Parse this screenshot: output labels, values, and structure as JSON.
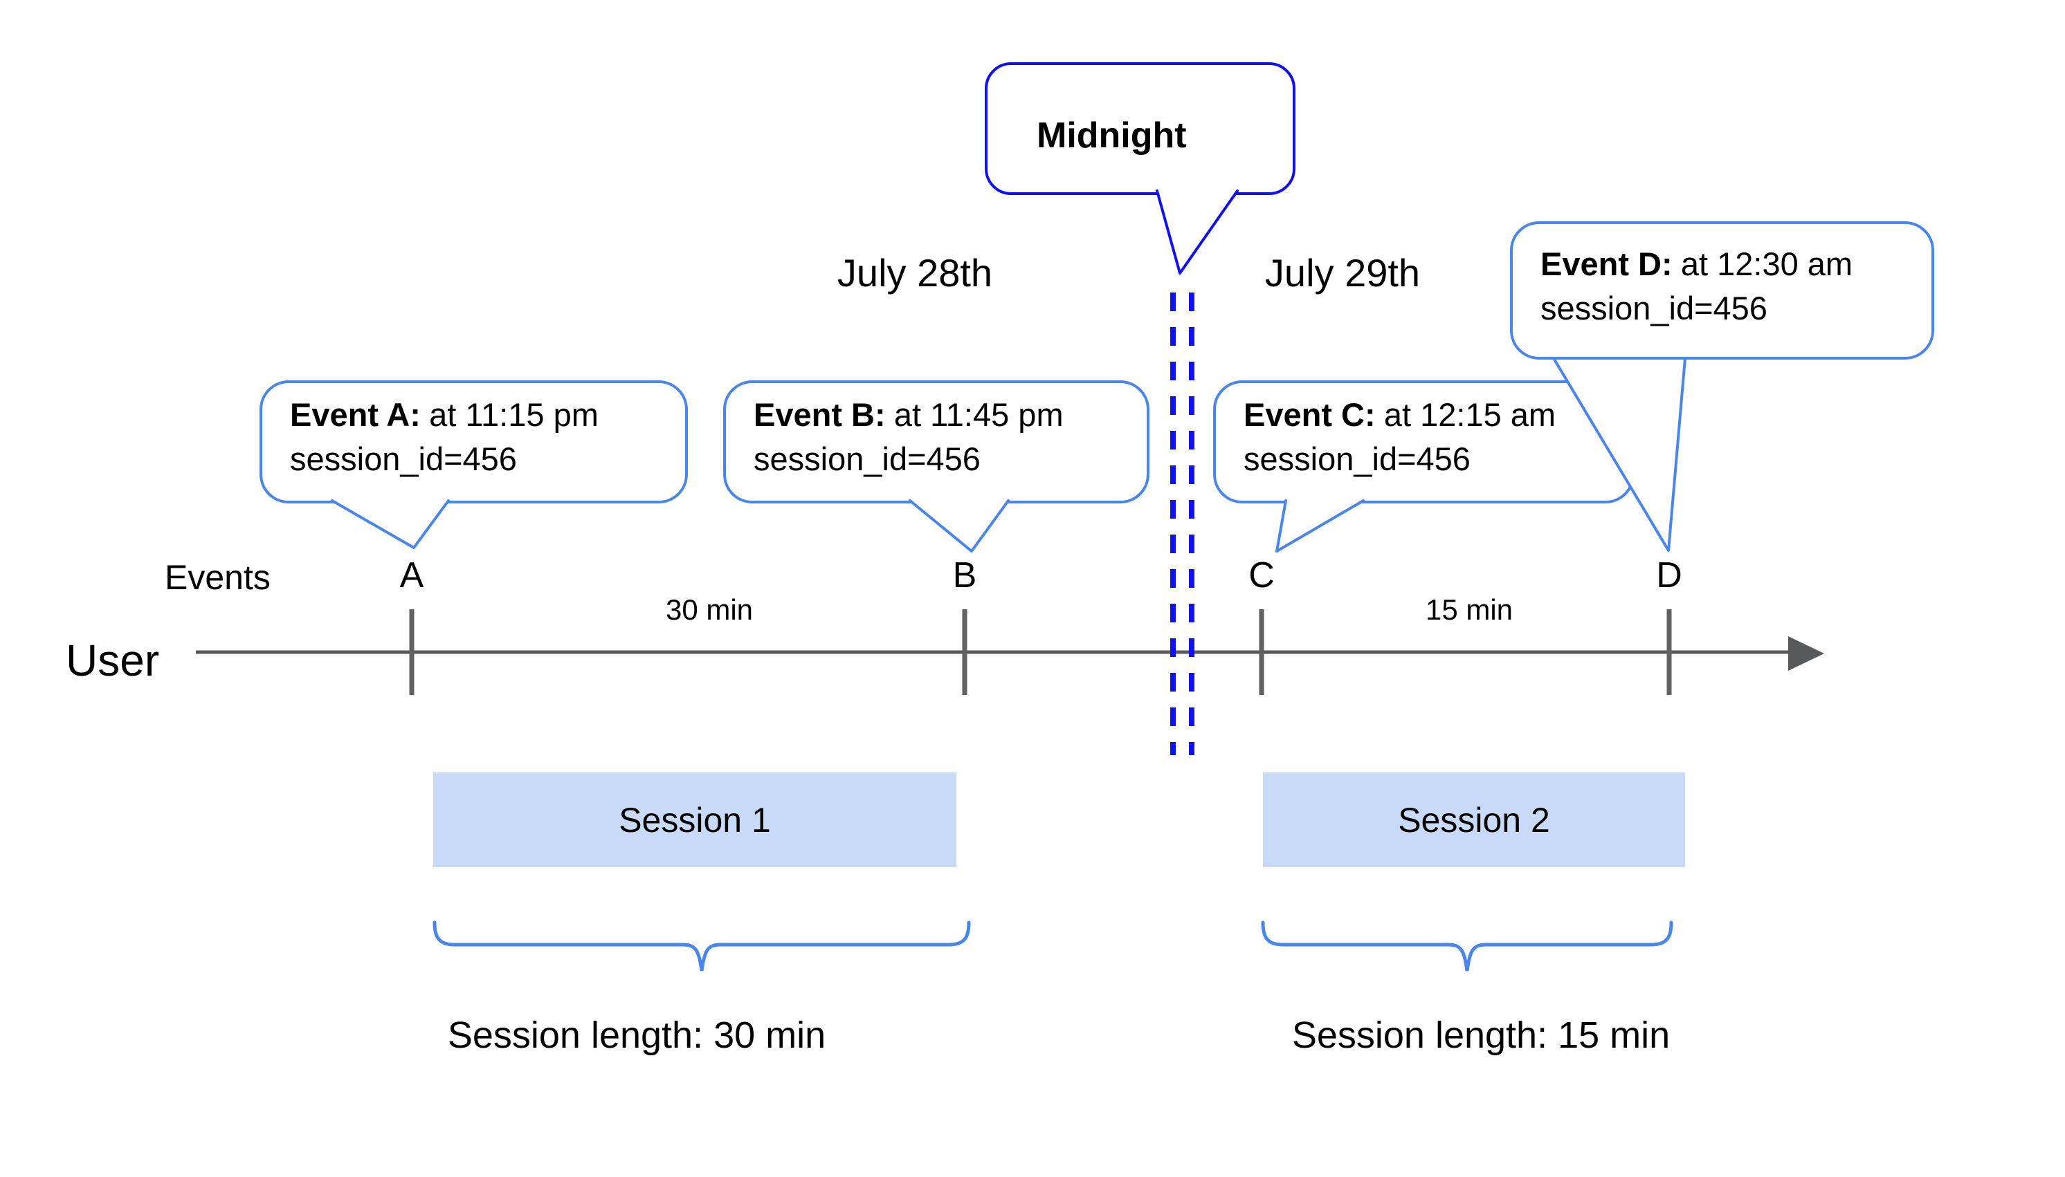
{
  "colors": {
    "midnight_blue": "#1111ee",
    "bubble_blue": "#4a86e8",
    "session_fill": "#c9daf8",
    "axis_gray": "#58595b",
    "tick_gray": "#616161",
    "text": "#000000"
  },
  "midnight_label": "Midnight",
  "dates": {
    "before": "July 28th",
    "after": "July 29th"
  },
  "axis": {
    "events_label": "Events",
    "user_label": "User",
    "points": [
      "A",
      "B",
      "C",
      "D"
    ],
    "intervals": [
      {
        "label": "30 min"
      },
      {
        "label": "15 min"
      }
    ]
  },
  "bubbles": [
    {
      "title": "Event A:",
      "detail": "at 11:15 pm",
      "session": "session_id=456"
    },
    {
      "title": "Event B:",
      "detail": "at 11:45 pm",
      "session": "session_id=456"
    },
    {
      "title": "Event C:",
      "detail": "at 12:15 am",
      "session": "session_id=456"
    },
    {
      "title": "Event D:",
      "detail": "at 12:30 am",
      "session": "session_id=456"
    }
  ],
  "sessions": [
    {
      "name": "Session 1",
      "length": "Session length: 30 min"
    },
    {
      "name": "Session 2",
      "length": "Session length: 15 min"
    }
  ]
}
